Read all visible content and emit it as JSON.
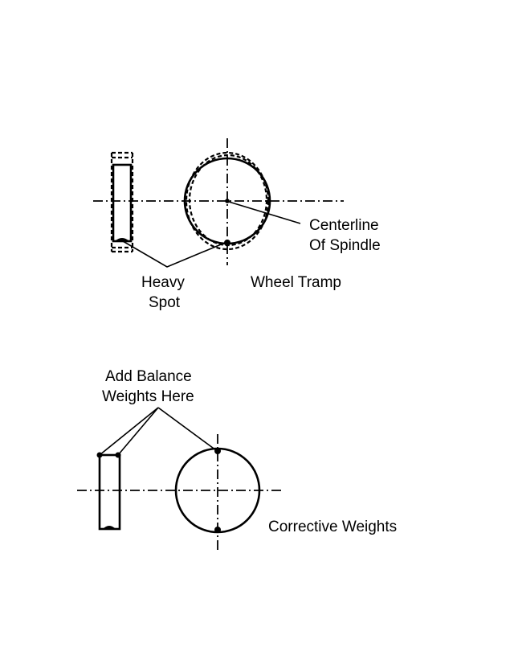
{
  "labels": {
    "centerline_line1": "Centerline",
    "centerline_line2": "Of Spindle",
    "heavy_line1": "Heavy",
    "heavy_line2": "Spot",
    "wheel_tramp": "Wheel Tramp",
    "add_balance_line1": "Add Balance",
    "add_balance_line2": "Weights Here",
    "corrective_weights": "Corrective Weights"
  }
}
